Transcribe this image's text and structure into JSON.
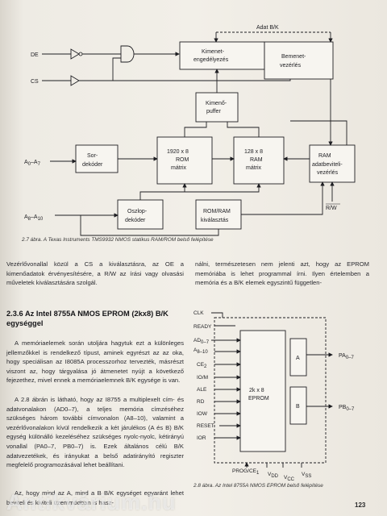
{
  "figure1": {
    "labels": {
      "adat_bk": "Adat B/K",
      "de": "DE",
      "cs": "CS",
      "kimenet1": "Kimenet-",
      "kimenet2": "engedélyezés",
      "bemenet1": "Bemenet-",
      "bemenet2": "vezérlés",
      "puffer1": "Kimenő-",
      "puffer2": "puffer",
      "sor1": "Sor-",
      "sor2": "dekóder",
      "rom1a": "1920 x 8",
      "rom1b": "ROM",
      "rom1c": "mátrix",
      "ram1a": "128 x 8",
      "ram1b": "RAM",
      "ram1c": "mátrix",
      "ramctl1": "RAM",
      "ramctl2": "adatbeviteli-",
      "ramctl3": "vezérlés",
      "oszlop1": "Oszlop-",
      "oszlop2": "dekóder",
      "romram1": "ROM/RAM",
      "romram2": "kiválasztás",
      "a0a7": "A",
      "a0a7_sub": "0",
      "a0a7_dash": "–A",
      "a0a7_sub2": "7",
      "a8a10": "A",
      "a8a10_sub": "8",
      "a8a10_dash": "–A",
      "a8a10_sub2": "10",
      "rw": "R/W"
    },
    "caption": "2.7 ábra. A Texas Instruments TMS9932 NMOS statikus RAM/ROM belső felépítése"
  },
  "text_left_top": "Vezérlővonallal közül a CS a kiválasztásra, az OE a kimenőadatok érvényesítésére, a R/W az írási vagy olvasási műveletek kiválasztására szolgál.",
  "text_right_top": "nálni, természetesen nem jelenti azt, hogy az EPROM memóriába is lehet programmal írni. Ilyen értelemben a memória és a B/K elemek egyszintű független-",
  "section": {
    "number": "2.3.6",
    "title": "Az Intel 8755A NMOS EPROM (2kx8) B/K egységgel"
  },
  "body_paragraphs": [
    "A memóriaelemek során utoljára hagytuk ezt a különleges jellemzőkkel is rendelkező típust, aminek egyrészt az az oka, hogy speciálisan az I8085A processzorhoz tervezték, másrészt viszont az, hogy tárgyalása jó átmenetet nyújt a következő fejezethez, mivel ennek a memóriaelemnek B/K egysége is van.",
    "A 2.8 ábrán is látható, hogy az I8755 a multiplexelt cím- és adatvonalakon (AD0–7), a teljes memória címzéséhez szükséges három további címvonalon (A8–10), valamint a vezérlővonalakon kívül rendelkezik a két járulékos (A és B) B/K egység különálló kezeléséhez szükséges nyolc-nyolc, kétirányú vonallal (PA0–7, PB0–7) is. Ezek általános célú B/K adatvezetékek, és irányukat a belső adatirányító regiszter megfelelő programozásával lehet beállítani.",
    "Az, hogy mind az A, mind a B B/K egységet egyaránt lehet beviteli és kiviteli üzemmódban is hasz-"
  ],
  "figure2": {
    "pins_left": [
      "CLK",
      "READY",
      "AD",
      "A",
      "CE",
      "IO/M",
      "ALE",
      "RD",
      "IOW",
      "RESET",
      "IOR"
    ],
    "ad_sub": "0–7",
    "a_sub": "8–10",
    "ce_sub": "2",
    "chip_label1": "2k x 8",
    "chip_label2": "EPROM",
    "port_a": "A",
    "port_b": "B",
    "pa": "PA",
    "pa_sub": "0–7",
    "pb": "PB",
    "pb_sub": "0–7",
    "bottom_pins": "PROG/CE",
    "bottom_sub": "1",
    "vdd": "V",
    "vdd_sub": "DD",
    "vcc": "V",
    "vcc_sub": "CC",
    "vss": "V",
    "vss_sub": "SS",
    "caption": "2.8 ábra. Az Intel 8755A NMOS EPROM belső felépítése"
  },
  "page_number": "123",
  "watermark": "Antikvárium.hu"
}
